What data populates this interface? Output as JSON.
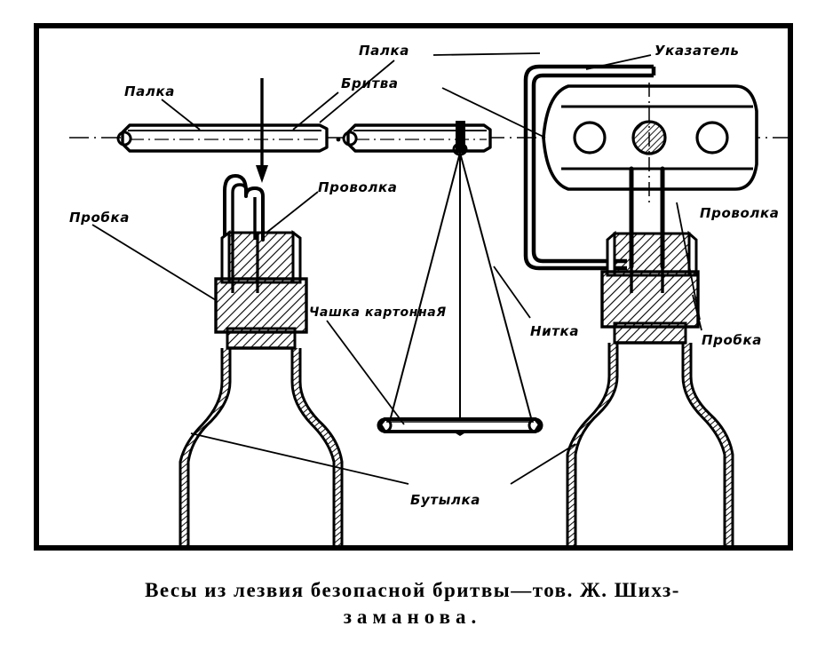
{
  "figure": {
    "title_caption_line1": "Весы из лезвия безопасной бритвы—тов. Ж. Шихз-",
    "title_caption_line2": "заманова.",
    "frame_color": "#000000",
    "background_color": "#ffffff",
    "ink_color": "#000000"
  },
  "labels": {
    "palka_top": "Палка",
    "palka_left": "Палка",
    "britva": "Бритва",
    "ukazatel": "Указатель",
    "provolka_left": "Проволка",
    "provolka_right": "Проволка",
    "probka_left": "Пробка",
    "probka_right": "Пробка",
    "chashka": "Чашка картоннаЯ",
    "nitka": "Нитка",
    "butylka": "Бутылка"
  }
}
